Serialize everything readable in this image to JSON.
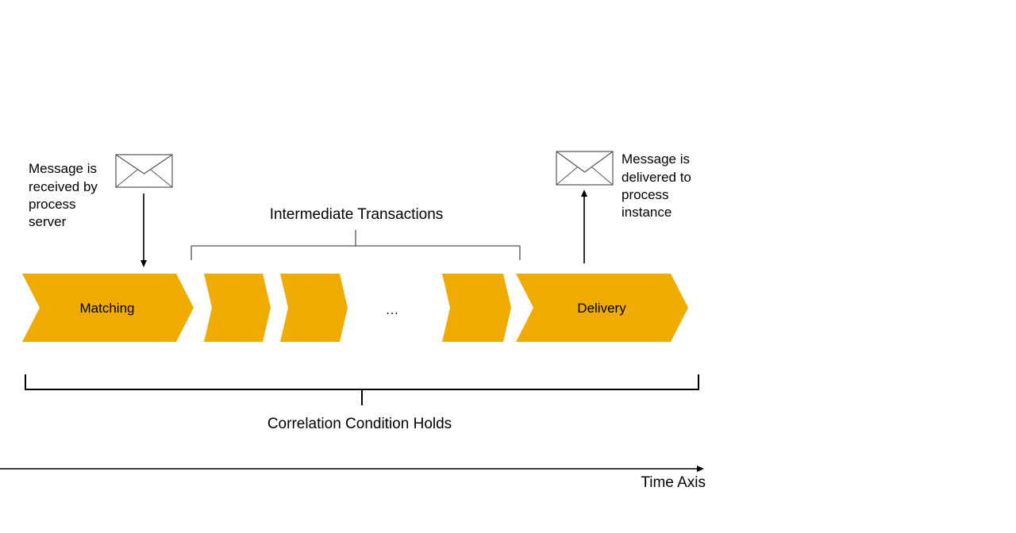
{
  "colors": {
    "chevron_fill": "#F0AB00",
    "line": "#000000",
    "envelope_stroke": "#555555",
    "background": "#FFFFFF"
  },
  "diagram": {
    "incoming": {
      "label_lines": [
        "Message is",
        "received by",
        "process",
        "server"
      ],
      "icon": "envelope-icon"
    },
    "outgoing": {
      "label_lines": [
        "Message is",
        "delivered to",
        "process",
        "instance"
      ],
      "icon": "envelope-icon"
    },
    "intermediate_label": "Intermediate Transactions",
    "steps": {
      "matching": "Matching",
      "delivery": "Delivery",
      "ellipsis": "…"
    },
    "correlation_label": "Correlation Condition Holds",
    "time_axis_label": "Time Axis"
  }
}
